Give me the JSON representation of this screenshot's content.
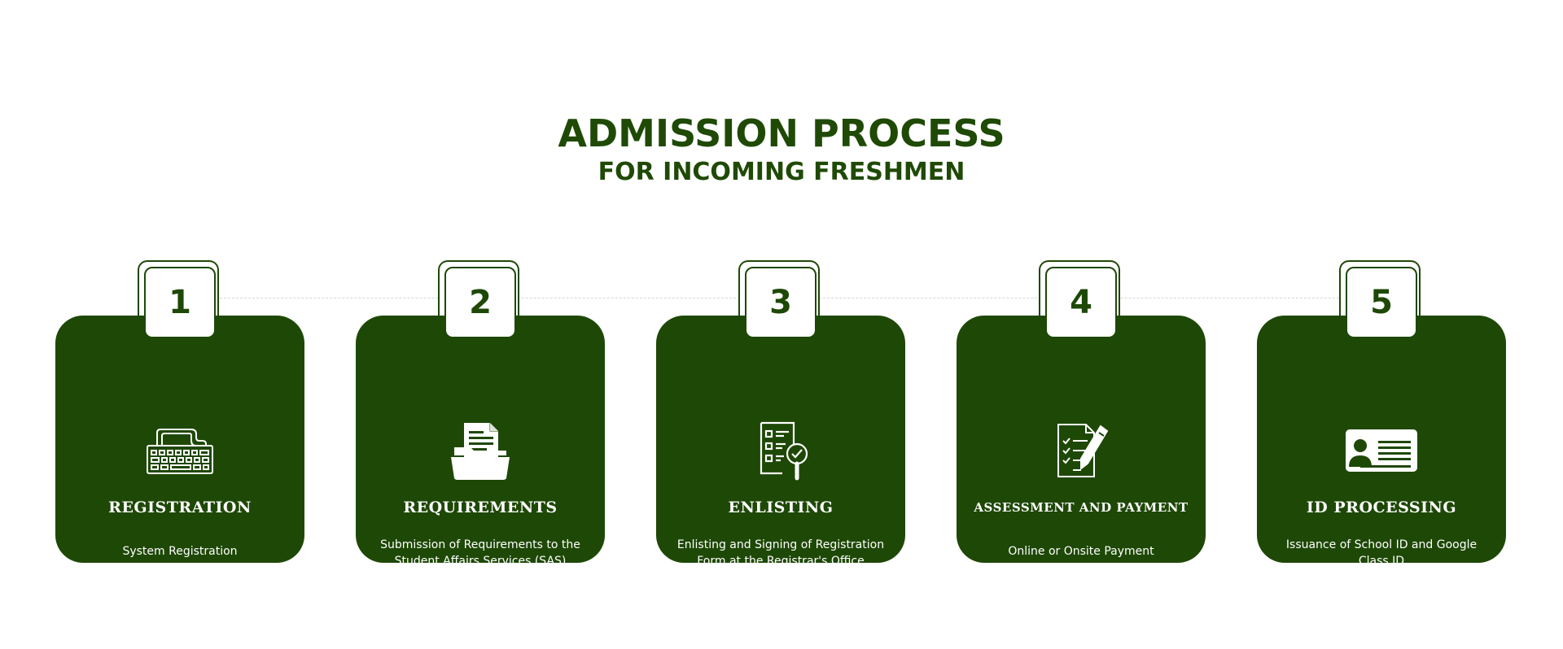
{
  "header": {
    "title": "ADMISSION PROCESS",
    "subtitle": "FOR INCOMING FRESHMEN"
  },
  "colors": {
    "primary_green": "#1e4806",
    "background": "#ffffff",
    "text_on_card": "#ffffff",
    "connector": "#d6d6d6"
  },
  "steps": [
    {
      "number": "1",
      "title": "REGISTRATION",
      "description": "System Registration",
      "icon": "keyboard-icon"
    },
    {
      "number": "2",
      "title": "REQUIREMENTS",
      "description": "Submission of Requirements to the Student Affairs Services (SAS)",
      "icon": "folder-document-icon"
    },
    {
      "number": "3",
      "title": "ENLISTING",
      "description": "Enlisting and Signing of Registration Form at the Registrar's Office",
      "icon": "checklist-magnifier-icon"
    },
    {
      "number": "4",
      "title": "ASSESSMENT AND PAYMENT",
      "description": "Online or Onsite Payment",
      "icon": "document-pen-icon"
    },
    {
      "number": "5",
      "title": "ID PROCESSING",
      "description": "Issuance of School ID and Google Class ID",
      "icon": "id-card-icon"
    }
  ]
}
